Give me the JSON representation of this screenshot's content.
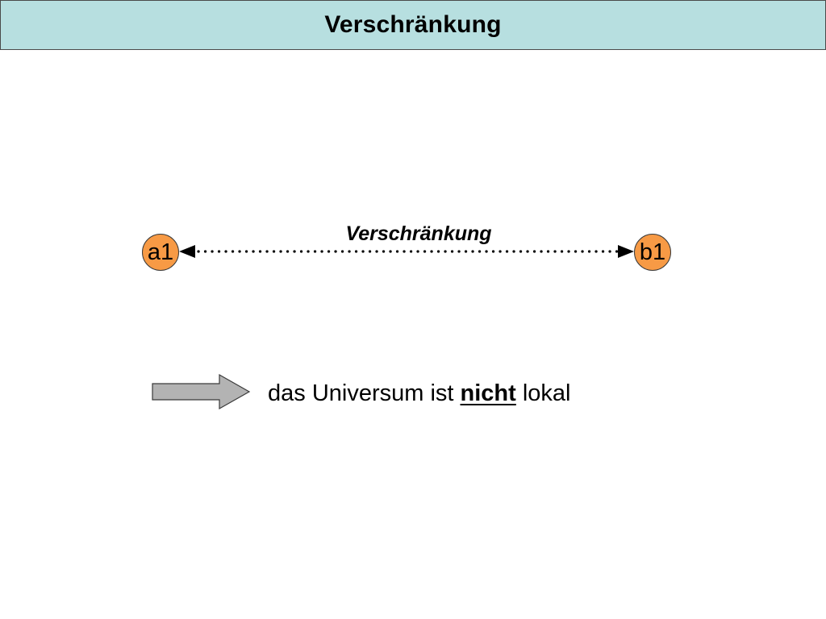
{
  "slide": {
    "title": "Verschränkung"
  },
  "diagram": {
    "node_a_label": "a1",
    "node_b_label": "b1",
    "link_label": "Verschränkung",
    "conclusion": {
      "prefix": "das Universum ist ",
      "emphasis": "nicht",
      "suffix": " lokal"
    }
  },
  "colors": {
    "title_background": "#b7dfe0",
    "node_fill": "#f79a45",
    "arrow_fill": "#b3b3b3"
  }
}
